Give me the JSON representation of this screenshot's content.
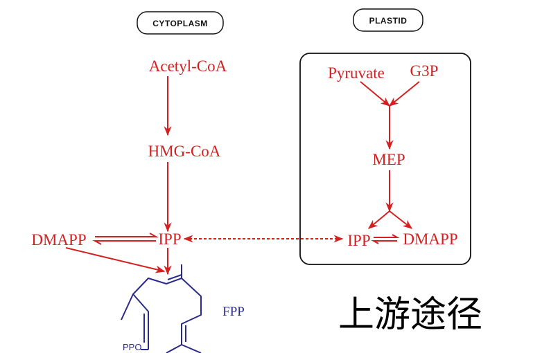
{
  "compartments": {
    "cytoplasm": "CYTOPLASM",
    "plastid": "PLASTID"
  },
  "cytoplasm": {
    "acetyl_coa": "Acetyl-CoA",
    "hmg_coa": "HMG-CoA",
    "ipp": "IPP",
    "dmapp": "DMAPP"
  },
  "plastid": {
    "pyruvate": "Pyruvate",
    "g3p": "G3P",
    "mep": "MEP",
    "ipp": "IPP",
    "dmapp": "DMAPP"
  },
  "product": {
    "name": "FPP",
    "group": "PPO"
  },
  "caption": "上游途径",
  "colors": {
    "pathway": "#d42020",
    "molecule": "#2a2a8a",
    "text": "#000000"
  }
}
